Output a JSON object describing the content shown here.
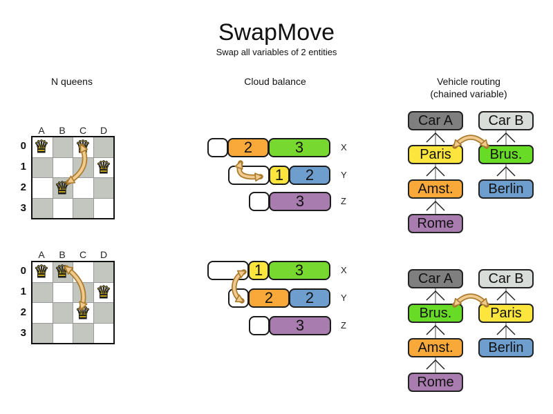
{
  "title": "SwapMove",
  "subtitle": "Swap all variables of 2 entities",
  "icons": {
    "queen": "♛",
    "swap_arrow": "curved-tan-double-headed-arrow",
    "chain_arrow": "gray-line-with-up-chevron"
  },
  "palette": {
    "orange": "#F9A83A",
    "cloud_green": "#77D930",
    "vr_green": "#68DB26",
    "yellow": "#FCE53C",
    "blue": "#6D9ECE",
    "purple": "#A87CAE",
    "car_a_gray": "#7F7F7F",
    "car_b_gray": "#D9DDD9",
    "board_dark_square": "#C2C6BE",
    "swap_arrow_fill": "#F1CB8E",
    "swap_arrow_border": "#AA7B2E"
  },
  "nqueens": {
    "heading": "N queens",
    "columns": [
      "A",
      "B",
      "C",
      "D"
    ],
    "rows": [
      "0",
      "1",
      "2",
      "3"
    ],
    "before": {
      "queen_cells": [
        "A0",
        "C0",
        "D1",
        "B2"
      ],
      "swap": [
        "C0",
        "B2"
      ]
    },
    "after": {
      "queen_cells": [
        "A0",
        "B0",
        "D1",
        "C2"
      ],
      "swap": [
        "B0",
        "C2"
      ]
    }
  },
  "cloud": {
    "heading": "Cloud balance",
    "before": {
      "rows": [
        {
          "label": "X",
          "segments": [
            {
              "type": "free",
              "units": 1
            },
            {
              "type": "process",
              "units": 2,
              "value": "2",
              "color": "orange"
            },
            {
              "type": "process",
              "units": 3,
              "value": "3",
              "color": "green"
            }
          ]
        },
        {
          "label": "Y",
          "segments": [
            {
              "type": "free",
              "units": 2
            },
            {
              "type": "process",
              "units": 1,
              "value": "1",
              "color": "yellow"
            },
            {
              "type": "process",
              "units": 2,
              "value": "2",
              "color": "blue"
            }
          ]
        },
        {
          "label": "Z",
          "segments": [
            {
              "type": "free",
              "units": 1
            },
            {
              "type": "process",
              "units": 3,
              "value": "3",
              "color": "purple"
            }
          ]
        }
      ]
    },
    "after": {
      "rows": [
        {
          "label": "X",
          "segments": [
            {
              "type": "free",
              "units": 2
            },
            {
              "type": "process",
              "units": 1,
              "value": "1",
              "color": "yellow"
            },
            {
              "type": "process",
              "units": 3,
              "value": "3",
              "color": "green"
            }
          ]
        },
        {
          "label": "Y",
          "segments": [
            {
              "type": "free",
              "units": 1
            },
            {
              "type": "process",
              "units": 2,
              "value": "2",
              "color": "orange"
            },
            {
              "type": "process",
              "units": 2,
              "value": "2",
              "color": "blue"
            }
          ]
        },
        {
          "label": "Z",
          "segments": [
            {
              "type": "free",
              "units": 1
            },
            {
              "type": "process",
              "units": 3,
              "value": "3",
              "color": "purple"
            }
          ]
        }
      ]
    }
  },
  "vehicle_routing": {
    "heading": "Vehicle routing",
    "subheading": "(chained variable)",
    "before": {
      "chain_a": [
        "Car A",
        "Paris",
        "Amst.",
        "Rome"
      ],
      "chain_b": [
        "Car B",
        "Brus.",
        "Berlin"
      ]
    },
    "after": {
      "chain_a": [
        "Car A",
        "Brus.",
        "Amst.",
        "Rome"
      ],
      "chain_b": [
        "Car B",
        "Paris",
        "Berlin"
      ]
    }
  }
}
